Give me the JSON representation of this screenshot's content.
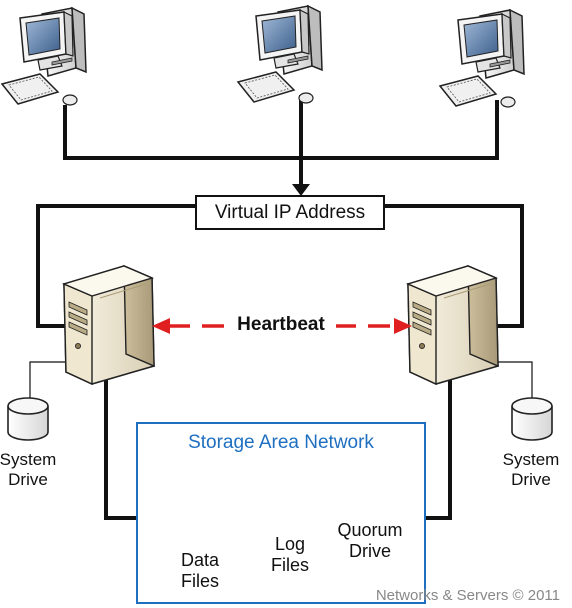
{
  "virtual_ip": {
    "label": "Virtual IP Address"
  },
  "heartbeat": {
    "label": "Heartbeat"
  },
  "system_drive_left": {
    "line1": "System",
    "line2": "Drive"
  },
  "system_drive_right": {
    "line1": "System",
    "line2": "Drive"
  },
  "san": {
    "title": "Storage Area Network",
    "data_files": {
      "line1": "Data",
      "line2": "Files"
    },
    "log_files": {
      "line1": "Log",
      "line2": "Files"
    },
    "quorum_drive": {
      "line1": "Quorum",
      "line2": "Drive"
    }
  },
  "watermark": "Networks & Servers © 2011",
  "colors": {
    "san_border": "#1f6fc1",
    "heartbeat_arrow": "#e02020",
    "server_body": "#f2ead6",
    "monitor_screen": "#6d8db4"
  },
  "icons": [
    "computer-icon",
    "server-icon",
    "disk-icon"
  ]
}
